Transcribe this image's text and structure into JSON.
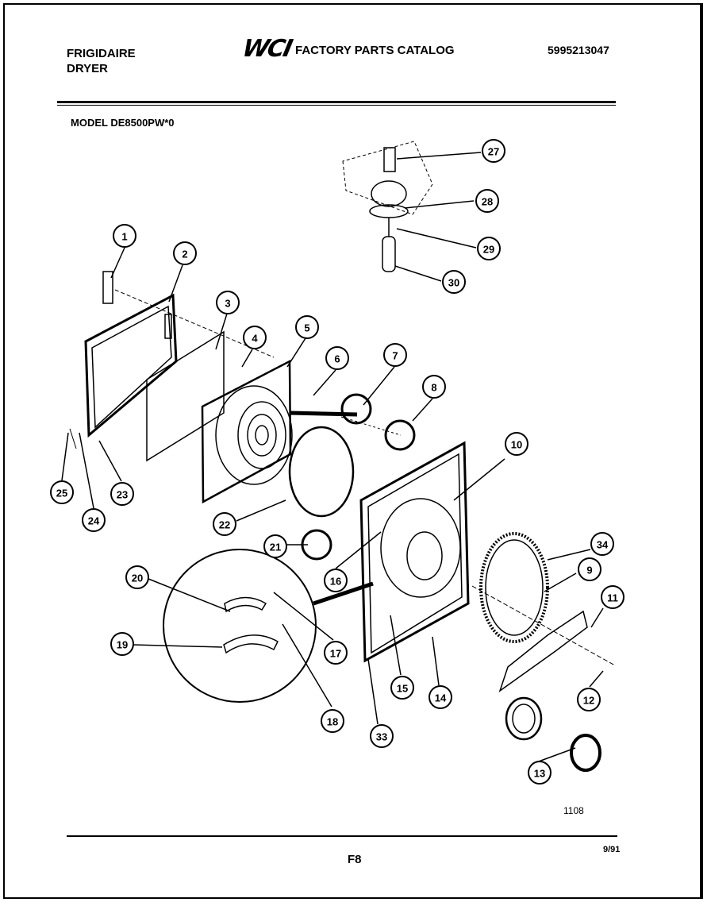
{
  "header": {
    "brand": "FRIGIDAIRE",
    "product": "DRYER",
    "logo": "WCI",
    "catalog_title": "FACTORY PARTS CATALOG",
    "part_number": "5995213047",
    "model": "MODEL DE8500PW*0"
  },
  "diagram": {
    "drawing_number": "1108",
    "callouts": [
      "1",
      "2",
      "3",
      "4",
      "5",
      "6",
      "7",
      "8",
      "9",
      "10",
      "11",
      "12",
      "13",
      "14",
      "15",
      "16",
      "17",
      "18",
      "19",
      "20",
      "21",
      "22",
      "23",
      "24",
      "25",
      "27",
      "28",
      "29",
      "30",
      "33",
      "34"
    ]
  },
  "footer": {
    "page_code": "F8",
    "date": "9/91"
  }
}
